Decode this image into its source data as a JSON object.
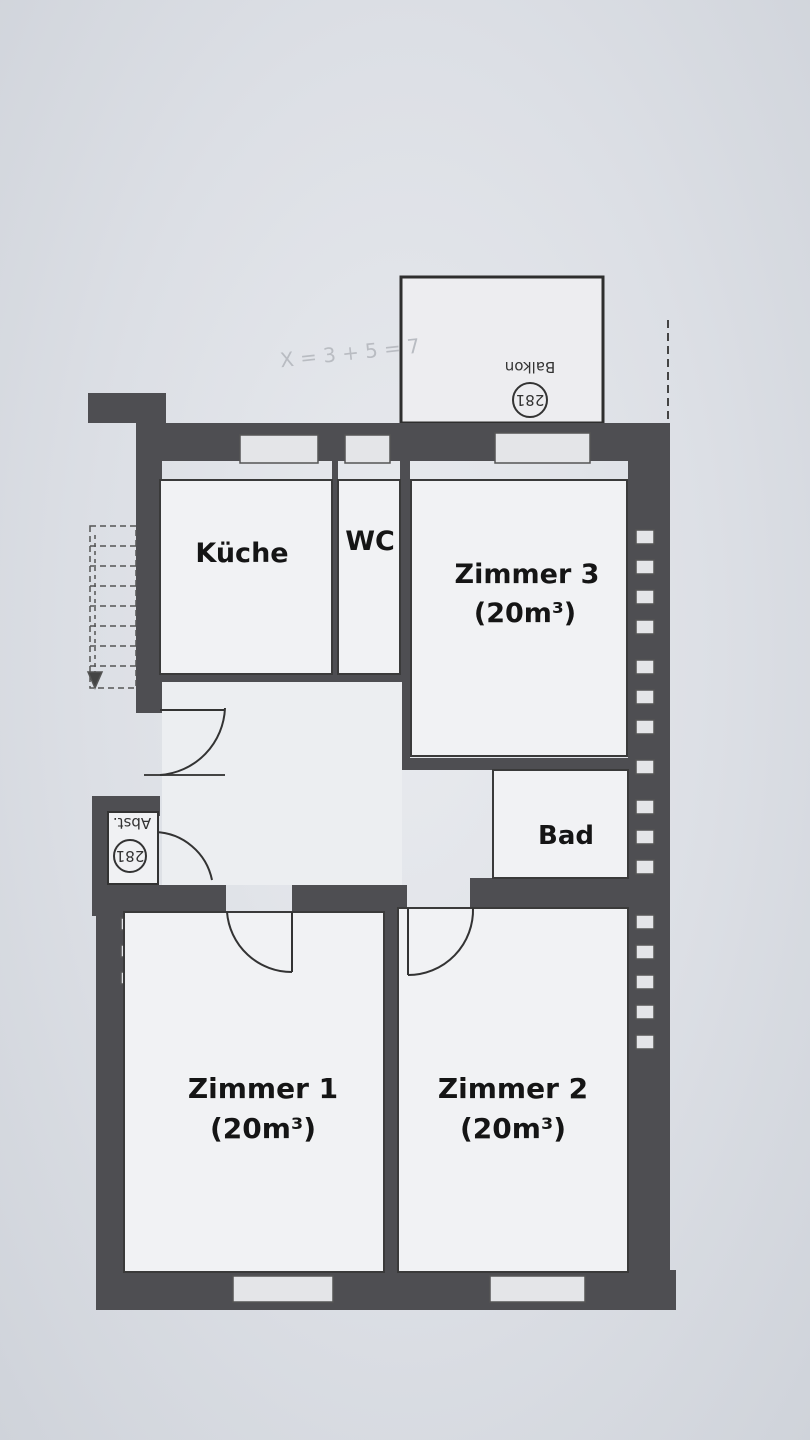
{
  "rooms": {
    "kueche": {
      "name": "Küche"
    },
    "wc": {
      "name": "WC"
    },
    "zimmer3": {
      "name": "Zimmer 3",
      "area": "(20m³)"
    },
    "bad": {
      "name": "Bad"
    },
    "zimmer1": {
      "name": "Zimmer 1",
      "area": "(20m³)"
    },
    "zimmer2": {
      "name": "Zimmer 2",
      "area": "(20m³)"
    }
  },
  "balcony": {
    "label": "Balkon",
    "number": "281"
  },
  "abst": {
    "label": "Abst.",
    "number": "281"
  },
  "pencil_note": "X = 3 + 5 = 7"
}
